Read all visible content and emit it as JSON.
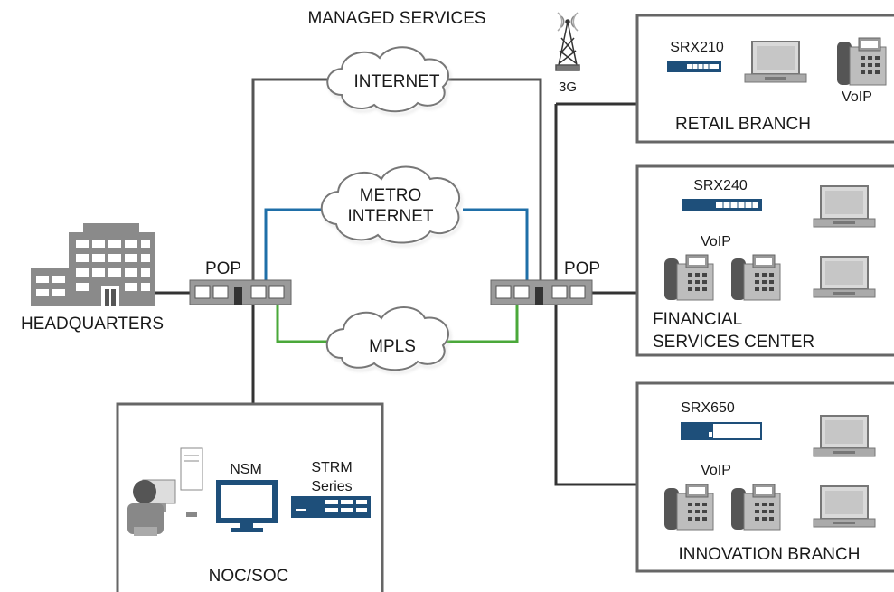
{
  "title": "MANAGED SERVICES",
  "clouds": {
    "internet": "INTERNET",
    "metro_line1": "METRO",
    "metro_line2": "INTERNET",
    "mpls": "MPLS"
  },
  "tower": {
    "label": "3G"
  },
  "headquarters": {
    "label": "HEADQUARTERS",
    "pop_label": "POP"
  },
  "remote_pop": {
    "label": "POP"
  },
  "noc": {
    "label": "NOC/SOC",
    "nsm_label": "NSM",
    "strm_line1": "STRM",
    "strm_line2": "Series"
  },
  "retail": {
    "device": "SRX210",
    "voip": "VoIP",
    "label": "RETAIL BRANCH"
  },
  "financial": {
    "device": "SRX240",
    "voip": "VoIP",
    "label_line1": "FINANCIAL",
    "label_line2": "SERVICES CENTER"
  },
  "innovation": {
    "device": "SRX650",
    "voip": "VoIP",
    "label": "INNOVATION BRANCH"
  },
  "colors": {
    "line_gray": "#555555",
    "line_dark": "#333333",
    "metro_blue": "#1f6fa8",
    "mpls_green": "#4aa83a",
    "device_navy": "#1e4f7a",
    "device_gray": "#9a9a9a"
  }
}
